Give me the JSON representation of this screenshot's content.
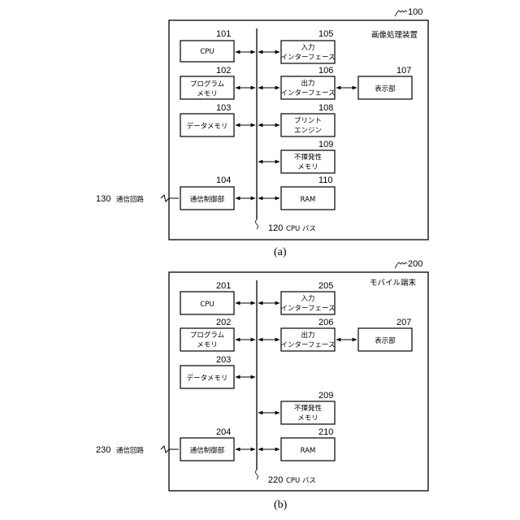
{
  "figure_a": {
    "caption": "(a)",
    "device": {
      "label": "画像処理装置",
      "ref": "100"
    },
    "bus": {
      "ref": "120",
      "label": "CPU バス"
    },
    "external": {
      "ref": "130",
      "label": "通信回路"
    },
    "blocks": [
      {
        "id": "cpu",
        "ref": "101",
        "lines": [
          "CPU"
        ]
      },
      {
        "id": "program-memory",
        "ref": "102",
        "lines": [
          "プログラム",
          "メモリ"
        ]
      },
      {
        "id": "data-memory",
        "ref": "103",
        "lines": [
          "データメモリ"
        ]
      },
      {
        "id": "comm-control",
        "ref": "104",
        "lines": [
          "通信制御部"
        ]
      },
      {
        "id": "input-interface",
        "ref": "105",
        "lines": [
          "入力",
          "インターフェース"
        ]
      },
      {
        "id": "output-interface",
        "ref": "106",
        "lines": [
          "出力",
          "インターフェース"
        ]
      },
      {
        "id": "display",
        "ref": "107",
        "lines": [
          "表示部"
        ]
      },
      {
        "id": "print-engine",
        "ref": "108",
        "lines": [
          "プリント",
          "エンジン"
        ]
      },
      {
        "id": "nonvolatile-memory",
        "ref": "109",
        "lines": [
          "不揮発性",
          "メモリ"
        ]
      },
      {
        "id": "ram",
        "ref": "110",
        "lines": [
          "RAM"
        ]
      }
    ]
  },
  "figure_b": {
    "caption": "(b)",
    "device": {
      "label": "モバイル端末",
      "ref": "200"
    },
    "bus": {
      "ref": "220",
      "label": "CPU バス"
    },
    "external": {
      "ref": "230",
      "label": "通信回路"
    },
    "blocks": [
      {
        "id": "cpu",
        "ref": "201",
        "lines": [
          "CPU"
        ]
      },
      {
        "id": "program-memory",
        "ref": "202",
        "lines": [
          "プログラム",
          "メモリ"
        ]
      },
      {
        "id": "data-memory",
        "ref": "203",
        "lines": [
          "データメモリ"
        ]
      },
      {
        "id": "comm-control",
        "ref": "204",
        "lines": [
          "通信制御部"
        ]
      },
      {
        "id": "input-interface",
        "ref": "205",
        "lines": [
          "入力",
          "インターフェース"
        ]
      },
      {
        "id": "output-interface",
        "ref": "206",
        "lines": [
          "出力",
          "インターフェース"
        ]
      },
      {
        "id": "display",
        "ref": "207",
        "lines": [
          "表示部"
        ]
      },
      {
        "id": "nonvolatile-memory",
        "ref": "209",
        "lines": [
          "不揮発性",
          "メモリ"
        ]
      },
      {
        "id": "ram",
        "ref": "210",
        "lines": [
          "RAM"
        ]
      }
    ]
  }
}
